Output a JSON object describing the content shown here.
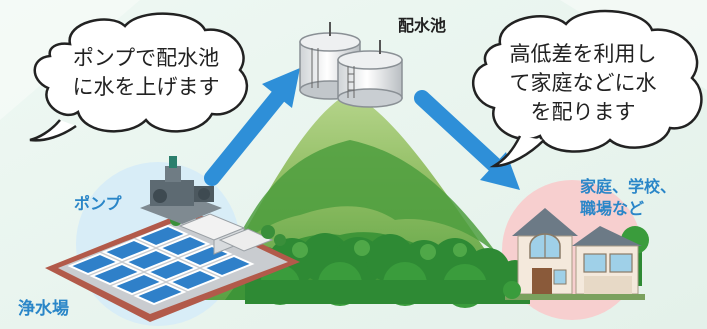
{
  "labels": {
    "reservoir": "配水池",
    "pump": "ポンプ",
    "purification_plant": "浄水場",
    "destinations_line1": "家庭、学校、",
    "destinations_line2": "職場など"
  },
  "bubbles": {
    "left": {
      "line1": "ポンプで配水池",
      "line2": "に水を上げます"
    },
    "right": {
      "line1": "高低差を利用し",
      "line2": "て家庭などに水",
      "line3": "を配ります"
    }
  },
  "colors": {
    "arrow": "#2e8fd8",
    "label_blue": "#2a86c8",
    "mountain_light": "#a9cc7e",
    "mountain_dark": "#3f9a3c",
    "trees": "#2f8a33",
    "house_circle": "#f6c9c9",
    "plant_circle": "#d6ecf6",
    "background_tint": "#e8f4ee"
  }
}
